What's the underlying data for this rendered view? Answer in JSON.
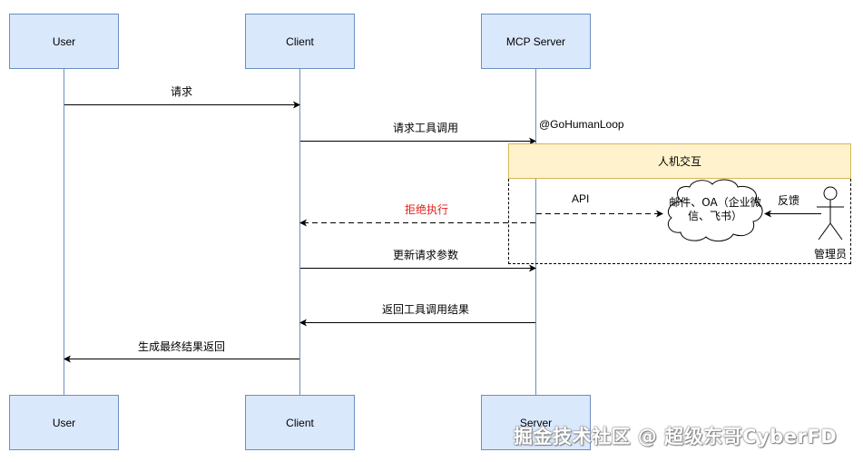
{
  "participants_top": {
    "user": "User",
    "client": "Client",
    "server": "MCP Server"
  },
  "participants_bottom": {
    "user": "User",
    "client": "Client",
    "server": "Server"
  },
  "messages": {
    "m1": "请求",
    "m2": "请求工具调用",
    "m3": "拒绝执行",
    "m4": "更新请求参数",
    "m5": "返回工具调用结果",
    "m6": "生成最终结果返回"
  },
  "annotation": "@GoHumanLoop",
  "interaction_band": "人机交互",
  "api_label": "API",
  "cloud_line1": "邮件、OA（企业微",
  "cloud_line2": "信、飞书）",
  "feedback_label": "反馈",
  "actor_label": "管理员",
  "watermark": "掘金技术社区 @ 超级东哥CyberFD",
  "colors": {
    "box_fill": "#dae8fc",
    "box_border": "#6c8ebf",
    "band_fill": "#fff2cc",
    "band_border": "#d6b656",
    "reject_text": "#e0201b"
  }
}
